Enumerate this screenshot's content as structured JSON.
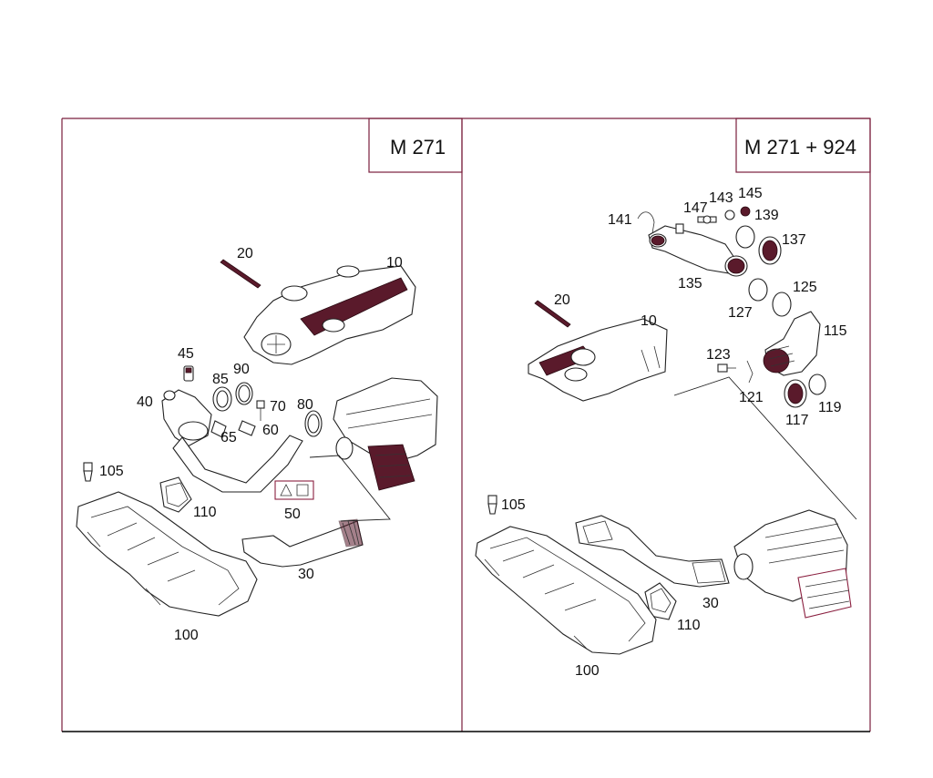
{
  "panels": [
    {
      "title": "M 271",
      "labels": [
        "20",
        "10",
        "45",
        "85",
        "90",
        "40",
        "70",
        "80",
        "65",
        "60",
        "105",
        "110",
        "50",
        "30",
        "100"
      ]
    },
    {
      "title": "M 271 + 924",
      "labels": [
        "141",
        "147",
        "143",
        "145",
        "139",
        "137",
        "135",
        "20",
        "10",
        "127",
        "125",
        "115",
        "123",
        "121",
        "117",
        "119",
        "105",
        "30",
        "110",
        "100"
      ]
    }
  ]
}
